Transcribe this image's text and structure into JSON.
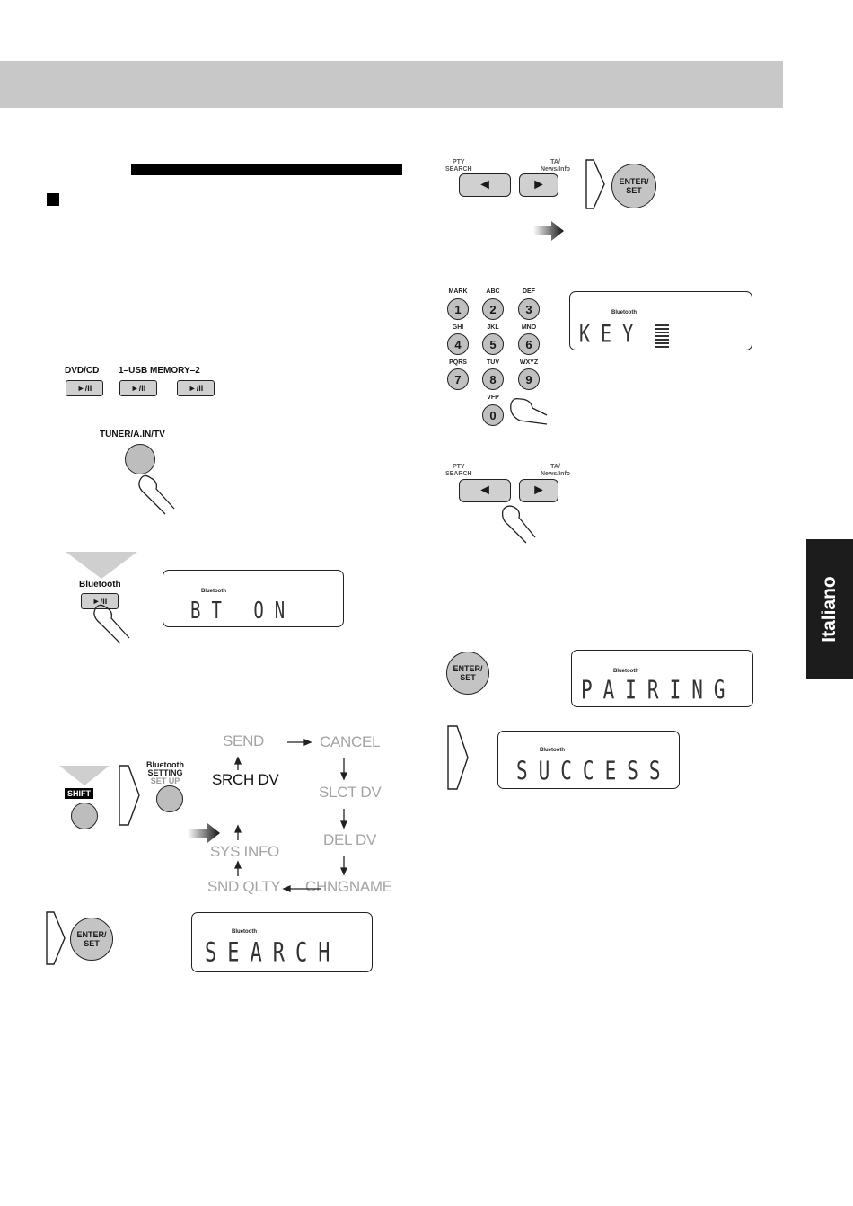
{
  "sidebar": {
    "language": "Italiano"
  },
  "left": {
    "source_labels": {
      "dvdcd": "DVD/CD",
      "usb": "1–USB MEMORY–2"
    },
    "play_glyph": "►/II",
    "tuner_label": "TUNER/A.IN/TV",
    "bluetooth_label": "Bluetooth",
    "lcd_bt_on": {
      "badge": "Bluetooth",
      "text": "BT  ON"
    },
    "shift_label": "SHIFT",
    "bt_setting": {
      "line1": "Bluetooth",
      "line2": "SETTING",
      "line3": "SET UP"
    },
    "menu": {
      "send": "SEND",
      "cancel": "CANCEL",
      "srch_dv": "SRCH DV",
      "slct_dv": "SLCT DV",
      "del_dv": "DEL DV",
      "sys_info": "SYS INFO",
      "snd_qlty": "SND QLTY",
      "chngname": "CHNGNAME"
    },
    "enter_label": {
      "line1": "ENTER/",
      "line2": "SET"
    },
    "lcd_search": {
      "badge": "Bluetooth",
      "text": "SEARCH"
    }
  },
  "right": {
    "pty_label": {
      "line1": "PTY",
      "line2": "SEARCH"
    },
    "ta_label": {
      "line1": "TA/",
      "line2": "News/Info"
    },
    "enter_label": {
      "line1": "ENTER/",
      "line2": "SET"
    },
    "keypad": [
      {
        "letters": "MARK",
        "num": "1"
      },
      {
        "letters": "ABC",
        "num": "2"
      },
      {
        "letters": "DEF",
        "num": "3"
      },
      {
        "letters": "GHI",
        "num": "4"
      },
      {
        "letters": "JKL",
        "num": "5"
      },
      {
        "letters": "MNO",
        "num": "6"
      },
      {
        "letters": "PQRS",
        "num": "7"
      },
      {
        "letters": "TUV",
        "num": "8"
      },
      {
        "letters": "WXYZ",
        "num": "9"
      },
      {
        "letters": "VFP",
        "num": "0"
      }
    ],
    "lcd_key": {
      "badge": "Bluetooth",
      "text": "KEY"
    },
    "pty_label2": {
      "line1": "PTY",
      "line2": "SEARCH"
    },
    "ta_label2": {
      "line1": "TA/",
      "line2": "News/Info"
    },
    "enter_label2": {
      "line1": "ENTER/",
      "line2": "SET"
    },
    "lcd_pairing": {
      "badge": "Bluetooth",
      "text": "PAIRING"
    },
    "lcd_success": {
      "badge": "Bluetooth",
      "text": "SUCCESS"
    }
  }
}
